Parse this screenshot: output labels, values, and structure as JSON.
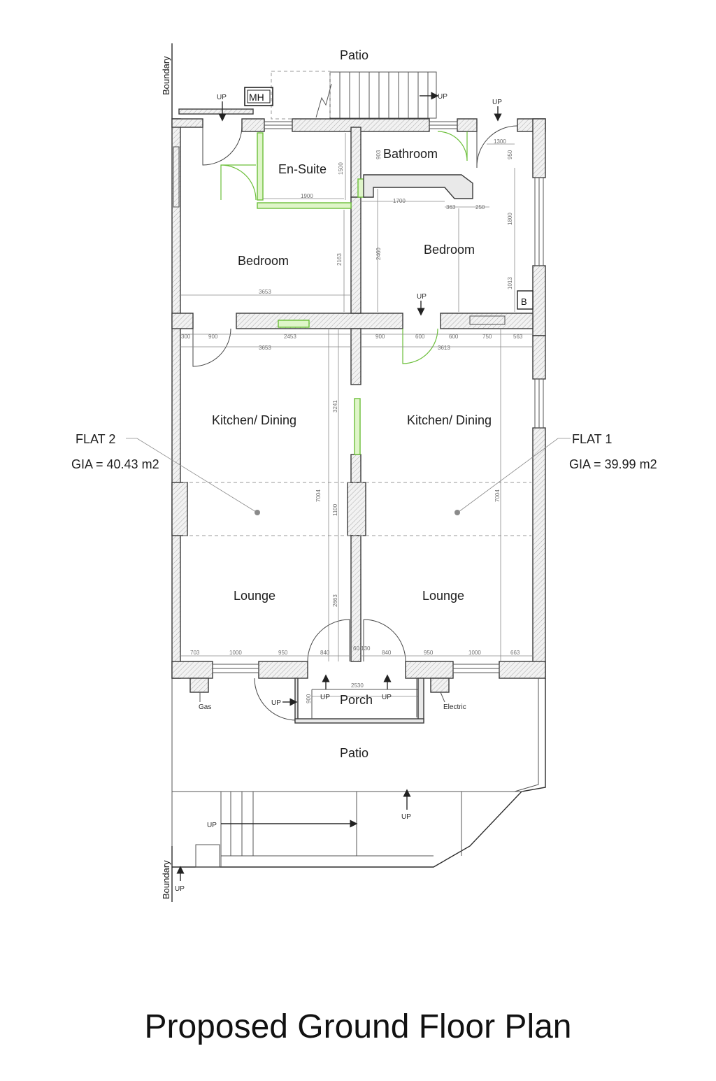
{
  "title": "Proposed Ground Floor Plan",
  "labels": {
    "patio_top": "Patio",
    "patio_bottom": "Patio",
    "boundary": "Boundary",
    "manhole": "MH",
    "boiler": "B",
    "up": "UP",
    "gas": "Gas",
    "electric": "Electric"
  },
  "rooms": {
    "en_suite": "En-Suite",
    "bathroom": "Bathroom",
    "bedroom_left": "Bedroom",
    "bedroom_right": "Bedroom",
    "kitchen_left": "Kitchen/ Dining",
    "kitchen_right": "Kitchen/ Dining",
    "lounge_left": "Lounge",
    "lounge_right": "Lounge",
    "porch": "Porch"
  },
  "flats": [
    {
      "name": "FLAT 2",
      "gia": "GIA = 40.43 m2"
    },
    {
      "name": "FLAT 1",
      "gia": "GIA = 39.99 m2"
    }
  ],
  "dimensions": {
    "d1500": "1500",
    "d1900": "1900",
    "d903": "903",
    "d950": "950",
    "d1300": "1300",
    "d1700": "1700",
    "d363": "363",
    "d250": "250",
    "d1800": "1800",
    "d2163": "2163",
    "d2460": "2460",
    "d3653a": "3653",
    "d1013": "1013",
    "d300": "300",
    "d900a": "900",
    "d2453": "2453",
    "d3653b": "3653",
    "d900b": "900",
    "d600a": "600",
    "d600b": "600",
    "d750": "750",
    "d563": "563",
    "d3613": "3613",
    "d3241": "3241",
    "d7004a": "7004",
    "d1100": "1100",
    "d7004b": "7004",
    "d2663": "2663",
    "d703": "703",
    "d1000a": "1000",
    "d950a": "950",
    "d840a": "840",
    "d60130": "60 130",
    "d840b": "840",
    "d950b": "950",
    "d1000b": "1000",
    "d663": "663",
    "d2530": "2530",
    "d900c": "900"
  }
}
